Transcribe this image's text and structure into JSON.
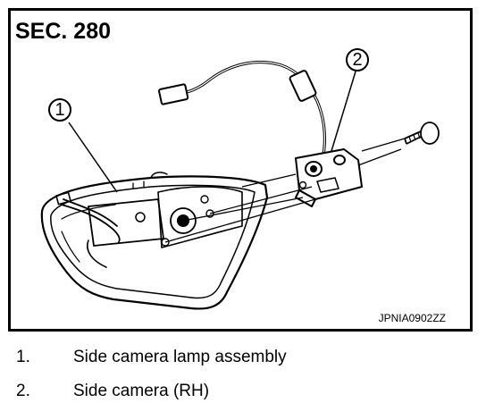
{
  "figure": {
    "section_label": "SEC. 280",
    "reference_code": "JPNIA0902ZZ",
    "callouts": [
      "1",
      "2"
    ]
  },
  "legend": [
    {
      "number": "1.",
      "text": "Side camera lamp assembly"
    },
    {
      "number": "2.",
      "text": "Side camera (RH)"
    }
  ]
}
